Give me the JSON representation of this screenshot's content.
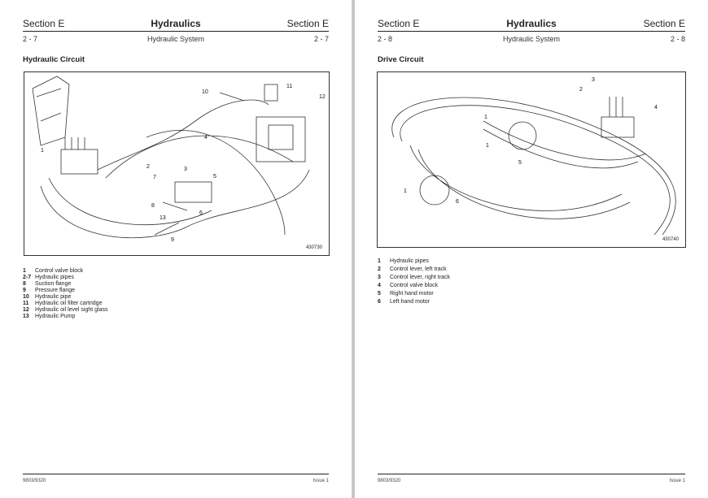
{
  "left_page": {
    "section_left": "Section E",
    "chapter": "Hydraulics",
    "section_right": "Section E",
    "page_left": "2 - 7",
    "subtitle": "Hydraulic System",
    "page_right": "2 - 7",
    "figure_title": "Hydraulic Circuit",
    "figure_number": "430730",
    "callouts": [
      "1",
      "2",
      "3",
      "4",
      "5",
      "6",
      "7",
      "8",
      "9",
      "10",
      "11",
      "12",
      "13"
    ],
    "legend": [
      {
        "n": "1",
        "t": "Control valve block"
      },
      {
        "n": "2-7",
        "t": "Hydraulic pipes"
      },
      {
        "n": "8",
        "t": "Suction flange"
      },
      {
        "n": "9",
        "t": "Pressure flange"
      },
      {
        "n": "10",
        "t": "Hydraulic pipe"
      },
      {
        "n": "11",
        "t": "Hydraulic oil filter cartridge"
      },
      {
        "n": "12",
        "t": "Hydraulic oil level sight glass"
      },
      {
        "n": "13",
        "t": "Hydraulic Pump"
      }
    ],
    "footer_left": "9803/9320",
    "footer_right": "Issue 1"
  },
  "right_page": {
    "section_left": "Section E",
    "chapter": "Hydraulics",
    "section_right": "Section E",
    "page_left": "2 - 8",
    "subtitle": "Hydraulic System",
    "page_right": "2 - 8",
    "figure_title": "Drive Circuit",
    "figure_number": "430740",
    "callouts": [
      "1",
      "1",
      "1",
      "2",
      "3",
      "4",
      "5",
      "6"
    ],
    "legend": [
      {
        "n": "1",
        "t": "Hydraulic pipes"
      },
      {
        "n": "2",
        "t": "Control lever, left track"
      },
      {
        "n": "3",
        "t": "Control lever, right track"
      },
      {
        "n": "4",
        "t": "Control valve block"
      },
      {
        "n": "5",
        "t": "Right hand motor"
      },
      {
        "n": "6",
        "t": "Left hand motor"
      }
    ],
    "footer_left": "9803/9320",
    "footer_right": "Issue 1"
  }
}
